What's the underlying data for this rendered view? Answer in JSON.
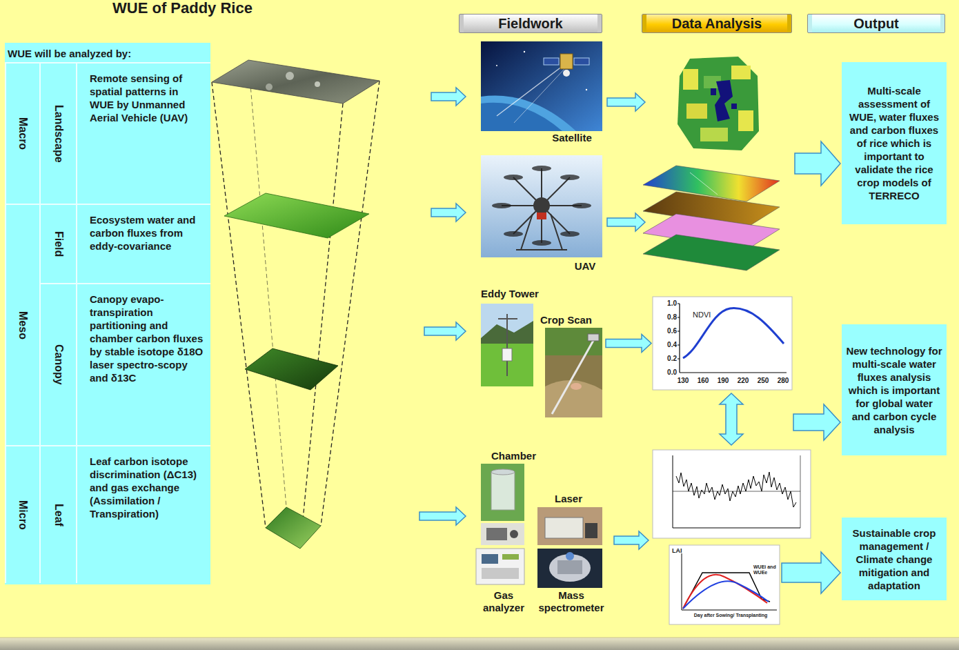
{
  "diagram": {
    "title": "WUE of Paddy Rice",
    "nodes": [
      {
        "text": [
          "WUE will be analyzed by:"
        ]
      },
      {
        "text": [
          "Macro"
        ],
        "in": 0
      },
      {
        "text": [
          "Landscape"
        ],
        "in": 0
      },
      {
        "text": [
          "Remote sensing of spatial patterns in WUE by Unmanned Aerial Vehicle (UAV)"
        ],
        "in": 0
      },
      {
        "text": [
          "Meso"
        ],
        "in": 0
      },
      {
        "text": [
          "Field"
        ],
        "in": 0
      },
      {
        "text": [
          "Ecosystem water and carbon fluxes from eddy-covariance"
        ],
        "in": 0
      },
      {
        "text": [
          "Canopy"
        ],
        "in": 0
      },
      {
        "text": [
          "Canopy evapo-transpiration partitioning and chamber carbon fluxes by stable isotope δ18O laser spectro-scopy and δ13C"
        ],
        "in": 0
      },
      {
        "text": [
          "Micro"
        ],
        "in": 0
      },
      {
        "text": [
          "Leaf"
        ],
        "in": 0
      },
      {
        "text": [
          "Leaf carbon isotope discrimination (ΔC13) and gas exchange (Assimilation / Transpiration)"
        ],
        "in": 0
      },
      {
        "text": [
          "Fieldwork"
        ]
      },
      {
        "text": [
          "Data Analysis"
        ]
      },
      {
        "text": [
          "Output"
        ]
      },
      {
        "text": [
          "Satellite"
        ]
      },
      {
        "text": [
          "UAV"
        ]
      },
      {
        "text": [
          "Eddy Tower",
          "Crop Scan"
        ]
      },
      {
        "text": [
          "NDVI"
        ]
      },
      {
        "text": [
          "Chamber",
          "Laser",
          "Gas analyzer",
          "Mass spectrometer"
        ]
      },
      {
        "text": [
          "LAI",
          "WUEi and WUEe",
          "Day after Sowing/ Transplanting"
        ]
      },
      {
        "text": [
          "Multi-scale assessment of WUE, water fluxes and carbon fluxes of rice which is important to validate the rice crop models of TERRECO"
        ]
      },
      {
        "text": [
          "New technology for multi-scale water fluxes analysis which is important for global water and carbon cycle analysis"
        ]
      },
      {
        "text": [
          "Sustainable crop management / Climate change mitigation and adaptation"
        ]
      }
    ],
    "edges": [
      {
        "from": 17,
        "to": 18,
        "arrow": "to"
      },
      {
        "from": 20,
        "to": 23,
        "arrow": "to"
      }
    ],
    "labels": [
      "1.0",
      "0.8",
      "0.6",
      "0.4",
      "0.2",
      "0.0",
      "130",
      "160",
      "190",
      "220",
      "250",
      "280"
    ]
  }
}
